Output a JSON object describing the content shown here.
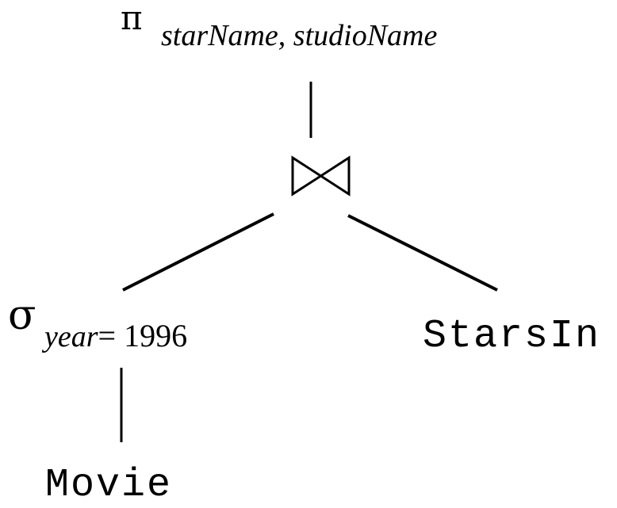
{
  "projection": {
    "operator": "π",
    "attributes": "starName, studioName"
  },
  "join": {
    "operator": "⋈"
  },
  "selection": {
    "operator": "σ",
    "condition_attr": "year",
    "condition_rest": "= 1996"
  },
  "relations": {
    "left": "Movie",
    "right": "StarsIn"
  }
}
